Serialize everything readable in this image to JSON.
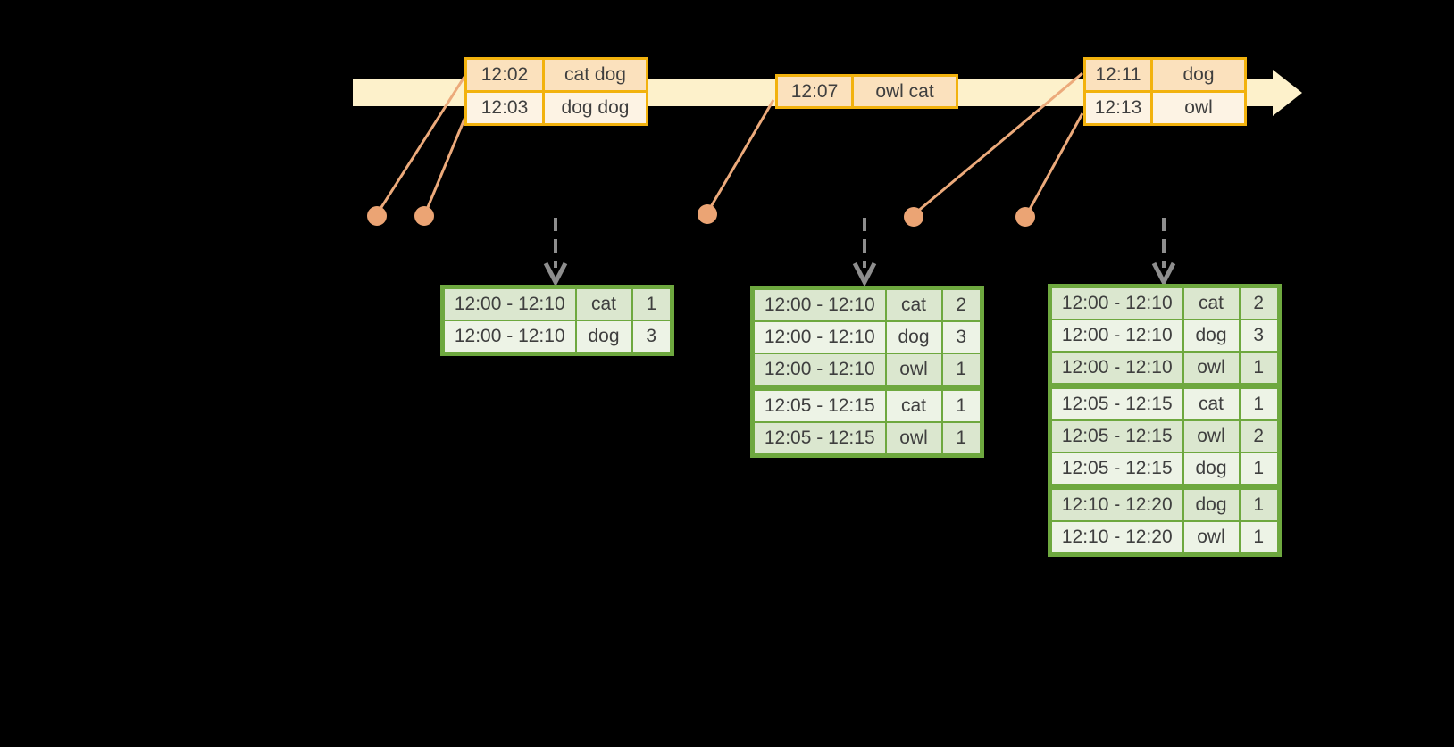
{
  "colors": {
    "background": "#000000",
    "timeline_fill": "#fdf1cb",
    "event_table_border": "#f2b20e",
    "event_row_dark": "#fbe1bd",
    "event_row_light": "#fdf3e4",
    "result_table_border": "#6ea83f",
    "result_row_dark": "#dbe7cf",
    "result_row_light": "#edf3e6",
    "leader_line": "#ecaa7b",
    "leader_dot": "#eba474",
    "dashed_arrow": "#8e8e8e",
    "text": "#3f3f3f"
  },
  "event_tables": [
    {
      "rows": [
        {
          "time": "12:02",
          "words": "cat dog"
        },
        {
          "time": "12:03",
          "words": "dog dog"
        }
      ]
    },
    {
      "rows": [
        {
          "time": "12:07",
          "words": "owl cat"
        }
      ]
    },
    {
      "rows": [
        {
          "time": "12:11",
          "words": "dog"
        },
        {
          "time": "12:13",
          "words": "owl"
        }
      ]
    }
  ],
  "result_tables": [
    {
      "rows": [
        {
          "window": "12:00 - 12:10",
          "word": "cat",
          "count": "1"
        },
        {
          "window": "12:00 - 12:10",
          "word": "dog",
          "count": "3"
        }
      ]
    },
    {
      "rows": [
        {
          "window": "12:00 - 12:10",
          "word": "cat",
          "count": "2"
        },
        {
          "window": "12:00 - 12:10",
          "word": "dog",
          "count": "3"
        },
        {
          "window": "12:00 - 12:10",
          "word": "owl",
          "count": "1"
        },
        {
          "window": "12:05 - 12:15",
          "word": "cat",
          "count": "1"
        },
        {
          "window": "12:05 - 12:15",
          "word": "owl",
          "count": "1"
        }
      ]
    },
    {
      "rows": [
        {
          "window": "12:00 - 12:10",
          "word": "cat",
          "count": "2"
        },
        {
          "window": "12:00 - 12:10",
          "word": "dog",
          "count": "3"
        },
        {
          "window": "12:00 - 12:10",
          "word": "owl",
          "count": "1"
        },
        {
          "window": "12:05 - 12:15",
          "word": "cat",
          "count": "1"
        },
        {
          "window": "12:05 - 12:15",
          "word": "owl",
          "count": "2"
        },
        {
          "window": "12:05 - 12:15",
          "word": "dog",
          "count": "1"
        },
        {
          "window": "12:10 - 12:20",
          "word": "dog",
          "count": "1"
        },
        {
          "window": "12:10 - 12:20",
          "word": "owl",
          "count": "1"
        }
      ]
    }
  ]
}
